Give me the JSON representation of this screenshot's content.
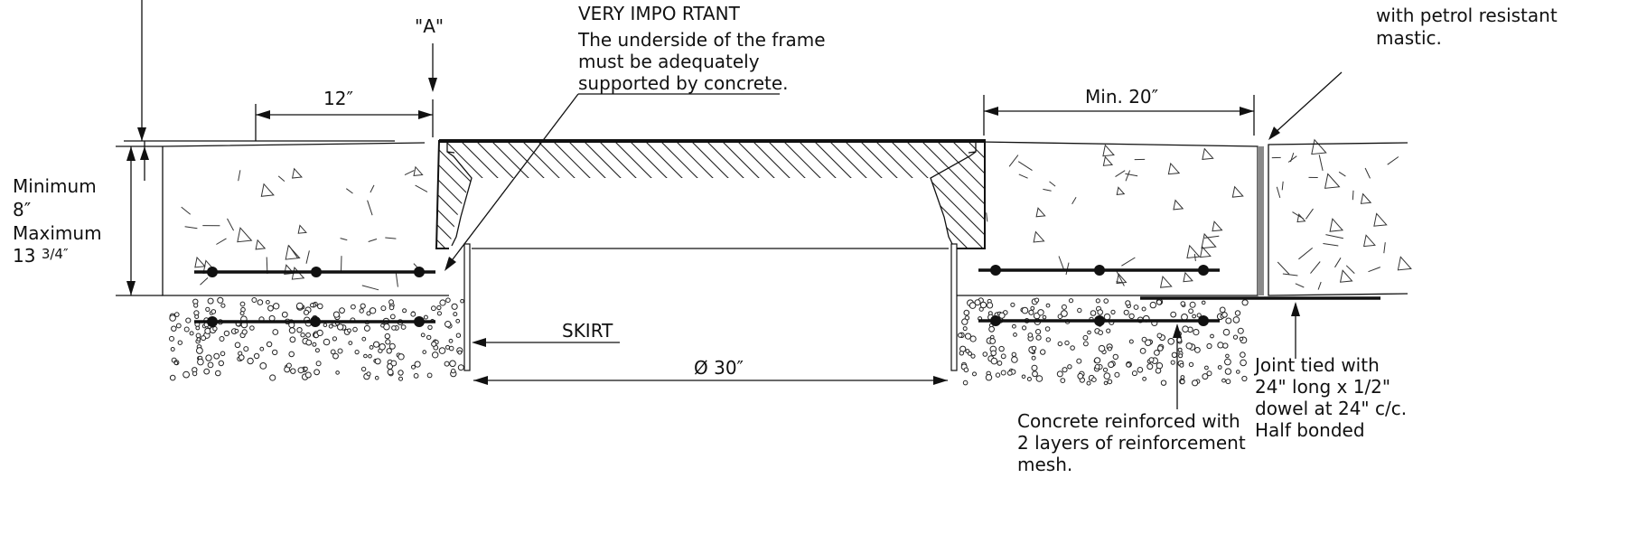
{
  "labels": {
    "section_a": "\"A\"",
    "important_title": "VERY IMPO RTANT",
    "important_line1": "The underside of the frame",
    "important_line2": "must be adequately",
    "important_line3": "supported by concrete.",
    "sealed_line1": "with petrol resistant",
    "sealed_line2": "mastic.",
    "dim_12": "12″",
    "dim_min20": "Min. 20″",
    "dim_dia30": "Ø 30″",
    "depth_line1": "Minimum",
    "depth_line2": "8″",
    "depth_line3": "Maximum",
    "depth_line4_main": "13 ",
    "depth_line4_frac": "3/4″",
    "skirt": "SKIRT",
    "dowel_line1": "Joint tied with",
    "dowel_line2": "24\" long x 1/2\"",
    "dowel_line3": "dowel at 24\" c/c.",
    "dowel_line4": "Half bonded",
    "mesh_line1": "Concrete reinforced with",
    "mesh_line2": "2 layers of reinforcement",
    "mesh_line3": "mesh."
  },
  "colors": {
    "line": "#111111",
    "sealant_joint": "#8a8a8a",
    "background": "#ffffff"
  }
}
